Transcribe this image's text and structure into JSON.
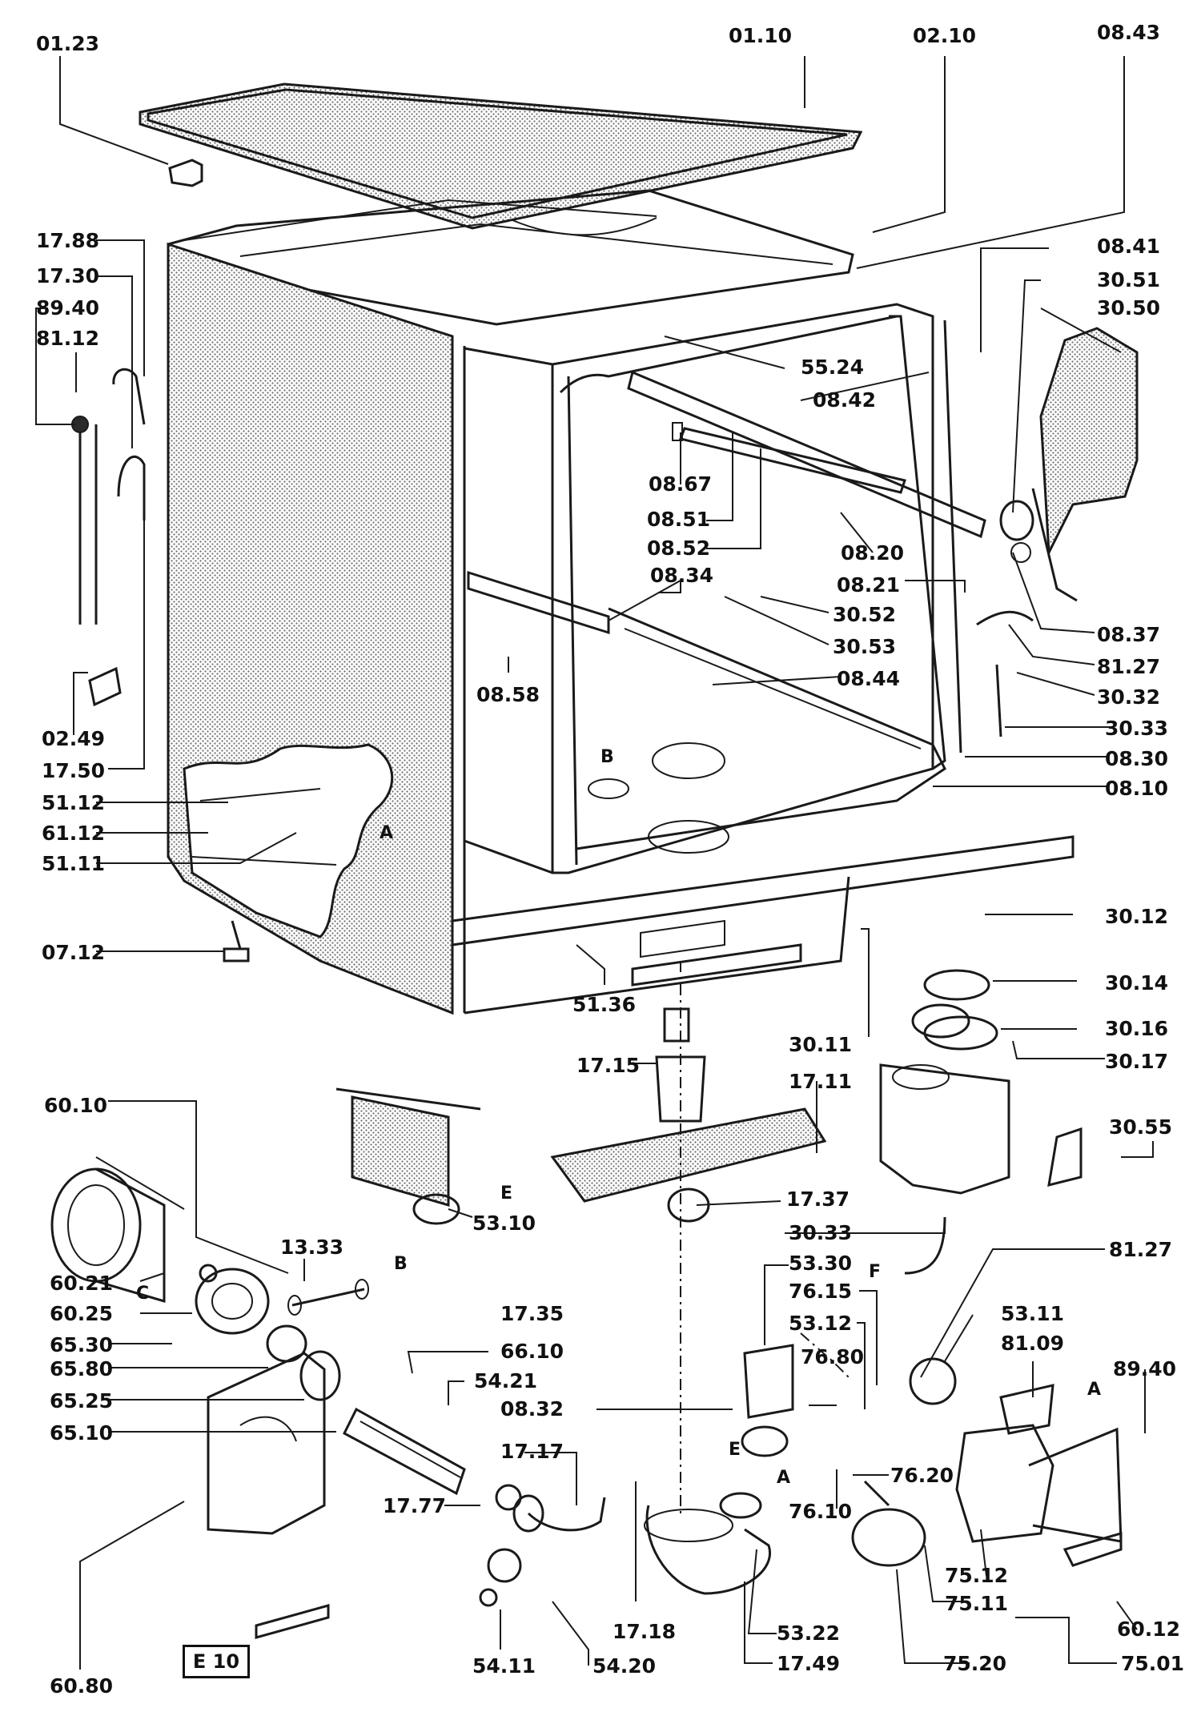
{
  "frame_label": "E 10",
  "parts": [
    {
      "id": "01.23",
      "label": "01.23"
    },
    {
      "id": "01.10",
      "label": "01.10"
    },
    {
      "id": "02.10",
      "label": "02.10"
    },
    {
      "id": "08.43",
      "label": "08.43"
    },
    {
      "id": "17.88",
      "label": "17.88"
    },
    {
      "id": "17.30",
      "label": "17.30"
    },
    {
      "id": "89.40a",
      "label": "89.40"
    },
    {
      "id": "81.12",
      "label": "81.12"
    },
    {
      "id": "08.41",
      "label": "08.41"
    },
    {
      "id": "30.51",
      "label": "30.51"
    },
    {
      "id": "30.50",
      "label": "30.50"
    },
    {
      "id": "55.24",
      "label": "55.24"
    },
    {
      "id": "08.42",
      "label": "08.42"
    },
    {
      "id": "08.67",
      "label": "08.67"
    },
    {
      "id": "08.51",
      "label": "08.51"
    },
    {
      "id": "08.52",
      "label": "08.52"
    },
    {
      "id": "08.20",
      "label": "08.20"
    },
    {
      "id": "08.34",
      "label": "08.34"
    },
    {
      "id": "08.21",
      "label": "08.21"
    },
    {
      "id": "30.52",
      "label": "30.52"
    },
    {
      "id": "30.53",
      "label": "30.53"
    },
    {
      "id": "08.37",
      "label": "08.37"
    },
    {
      "id": "81.27a",
      "label": "81.27"
    },
    {
      "id": "30.32",
      "label": "30.32"
    },
    {
      "id": "08.58",
      "label": "08.58"
    },
    {
      "id": "08.44",
      "label": "08.44"
    },
    {
      "id": "30.33a",
      "label": "30.33"
    },
    {
      "id": "02.49",
      "label": "02.49"
    },
    {
      "id": "17.50",
      "label": "17.50"
    },
    {
      "id": "08.30",
      "label": "08.30"
    },
    {
      "id": "51.12",
      "label": "51.12"
    },
    {
      "id": "08.10",
      "label": "08.10"
    },
    {
      "id": "61.12",
      "label": "61.12"
    },
    {
      "id": "51.11",
      "label": "51.11"
    },
    {
      "id": "30.12",
      "label": "30.12"
    },
    {
      "id": "07.12",
      "label": "07.12"
    },
    {
      "id": "30.14",
      "label": "30.14"
    },
    {
      "id": "51.36",
      "label": "51.36"
    },
    {
      "id": "30.16",
      "label": "30.16"
    },
    {
      "id": "30.11",
      "label": "30.11"
    },
    {
      "id": "17.15",
      "label": "17.15"
    },
    {
      "id": "30.17",
      "label": "30.17"
    },
    {
      "id": "17.11",
      "label": "17.11"
    },
    {
      "id": "60.10",
      "label": "60.10"
    },
    {
      "id": "30.55",
      "label": "30.55"
    },
    {
      "id": "53.10",
      "label": "53.10"
    },
    {
      "id": "17.37",
      "label": "17.37"
    },
    {
      "id": "30.33b",
      "label": "30.33"
    },
    {
      "id": "13.33",
      "label": "13.33"
    },
    {
      "id": "53.30",
      "label": "53.30"
    },
    {
      "id": "81.27b",
      "label": "81.27"
    },
    {
      "id": "60.21",
      "label": "60.21"
    },
    {
      "id": "76.15",
      "label": "76.15"
    },
    {
      "id": "60.25",
      "label": "60.25"
    },
    {
      "id": "17.35",
      "label": "17.35"
    },
    {
      "id": "53.12",
      "label": "53.12"
    },
    {
      "id": "53.11",
      "label": "53.11"
    },
    {
      "id": "65.30",
      "label": "65.30"
    },
    {
      "id": "81.09",
      "label": "81.09"
    },
    {
      "id": "66.10",
      "label": "66.10"
    },
    {
      "id": "65.80",
      "label": "65.80"
    },
    {
      "id": "76.80",
      "label": "76.80"
    },
    {
      "id": "89.40b",
      "label": "89.40"
    },
    {
      "id": "54.21",
      "label": "54.21"
    },
    {
      "id": "65.25",
      "label": "65.25"
    },
    {
      "id": "08.32",
      "label": "08.32"
    },
    {
      "id": "65.10",
      "label": "65.10"
    },
    {
      "id": "17.17",
      "label": "17.17"
    },
    {
      "id": "76.20",
      "label": "76.20"
    },
    {
      "id": "17.77",
      "label": "17.77"
    },
    {
      "id": "76.10",
      "label": "76.10"
    },
    {
      "id": "75.12",
      "label": "75.12"
    },
    {
      "id": "75.11",
      "label": "75.11"
    },
    {
      "id": "17.18",
      "label": "17.18"
    },
    {
      "id": "53.22",
      "label": "53.22"
    },
    {
      "id": "60.12",
      "label": "60.12"
    },
    {
      "id": "17.49",
      "label": "17.49"
    },
    {
      "id": "75.20",
      "label": "75.20"
    },
    {
      "id": "75.01",
      "label": "75.01"
    },
    {
      "id": "60.80",
      "label": "60.80"
    },
    {
      "id": "54.11",
      "label": "54.11"
    },
    {
      "id": "54.20",
      "label": "54.20"
    }
  ],
  "connection_markers": {
    "A": "A",
    "B": "B",
    "C": "C",
    "E": "E",
    "F": "F"
  }
}
